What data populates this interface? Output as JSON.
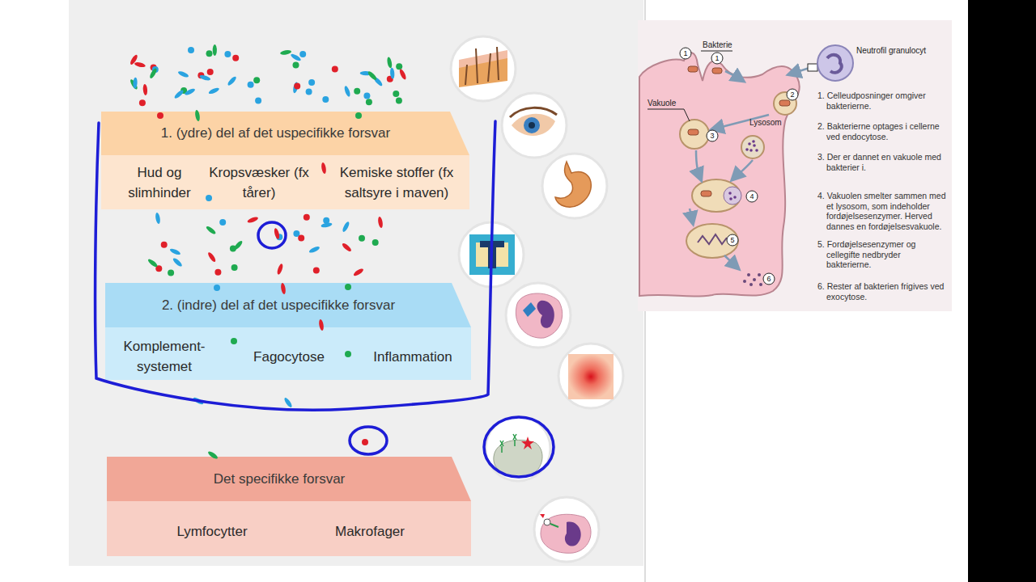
{
  "diagram": {
    "nodes": [
      {
        "text": [
          "1. (ydre) del af det uspecifikke forsvar"
        ]
      },
      {
        "text": [
          "Hud og slimhinder"
        ],
        "in": 0
      },
      {
        "text": [
          "Kropsvæsker (fx tårer)"
        ],
        "in": 0
      },
      {
        "text": [
          "Kemiske stoffer (fx saltsyre i maven)"
        ],
        "in": 0
      },
      {
        "text": [
          "2. (indre) del af det uspecifikke forsvar"
        ]
      },
      {
        "text": [
          "Komplement-systemet"
        ],
        "in": 4
      },
      {
        "text": [
          "Fagocytose"
        ],
        "in": 4
      },
      {
        "text": [
          "Inflammation"
        ],
        "in": 4
      },
      {
        "text": [
          "Det specifikke forsvar"
        ]
      },
      {
        "text": [
          "Lymfocytter"
        ],
        "in": 8
      },
      {
        "text": [
          "Makrofager"
        ],
        "in": 8
      }
    ],
    "labels": [
      "Bakterie",
      "1",
      "1",
      "Neutrofil granulocyt",
      "2",
      "Vakuole",
      "Lysosom",
      "3",
      "4",
      "5",
      "6",
      "1. Celleudposninger omgiver bakterierne.",
      "2. Bakterierne optages i cellerne ved endocytose.",
      "3. Der er dannet en vakuole med bakterier i.",
      "4. Vakuolen smelter sammen med et lysosom, som indeholder fordøjelsesenzymer. Herved dannes en fordøjelsesvakuole.",
      "5. Fordøjelsesenzymer og cellegifte nedbryder bakterierne.",
      "6. Rester af bakterien frigives ved exocytose."
    ]
  }
}
